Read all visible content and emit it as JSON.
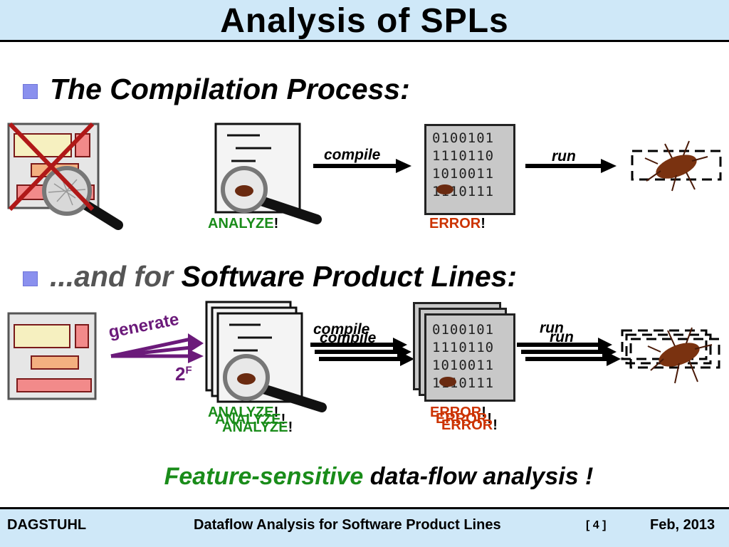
{
  "slide": {
    "title": "Analysis of SPLs",
    "bullet1": "The Compilation Process:",
    "bullet2_prefix": "...and for",
    "bullet2_suffix": "Software Product Lines:",
    "labels": {
      "compile": "compile",
      "run": "run",
      "generate": "generate",
      "two_to_f_base": "2",
      "two_to_f_exp": "F",
      "analyze": "ANALYZE",
      "error": "ERROR",
      "exclaim": "!"
    },
    "binary_lines": [
      "0100101",
      "1110110",
      "1010011",
      "1110111"
    ],
    "conclusion_green": "Feature-sensitive",
    "conclusion_black": "data-flow analysis !"
  },
  "footer": {
    "left": "DAGSTUHL",
    "center": "Dataflow Analysis for Software Product Lines",
    "page": "[ 4 ]",
    "right": "Feb, 2013"
  },
  "colors": {
    "title_bg": "#cfe8f8",
    "bullet": "#8a90ee",
    "analyze_green": "#1a8c1a",
    "error_red": "#cc3300",
    "generate_purple": "#6b1a7a",
    "conclusion_green": "#1a8c1a"
  },
  "icons": {
    "ui_sketch": "gui-mockup-icon",
    "source_doc": "source-document-icon",
    "magnifier": "magnifying-glass-icon",
    "binary": "binary-file-icon",
    "bug": "cockroach-bug-icon",
    "cross": "red-x-icon"
  }
}
